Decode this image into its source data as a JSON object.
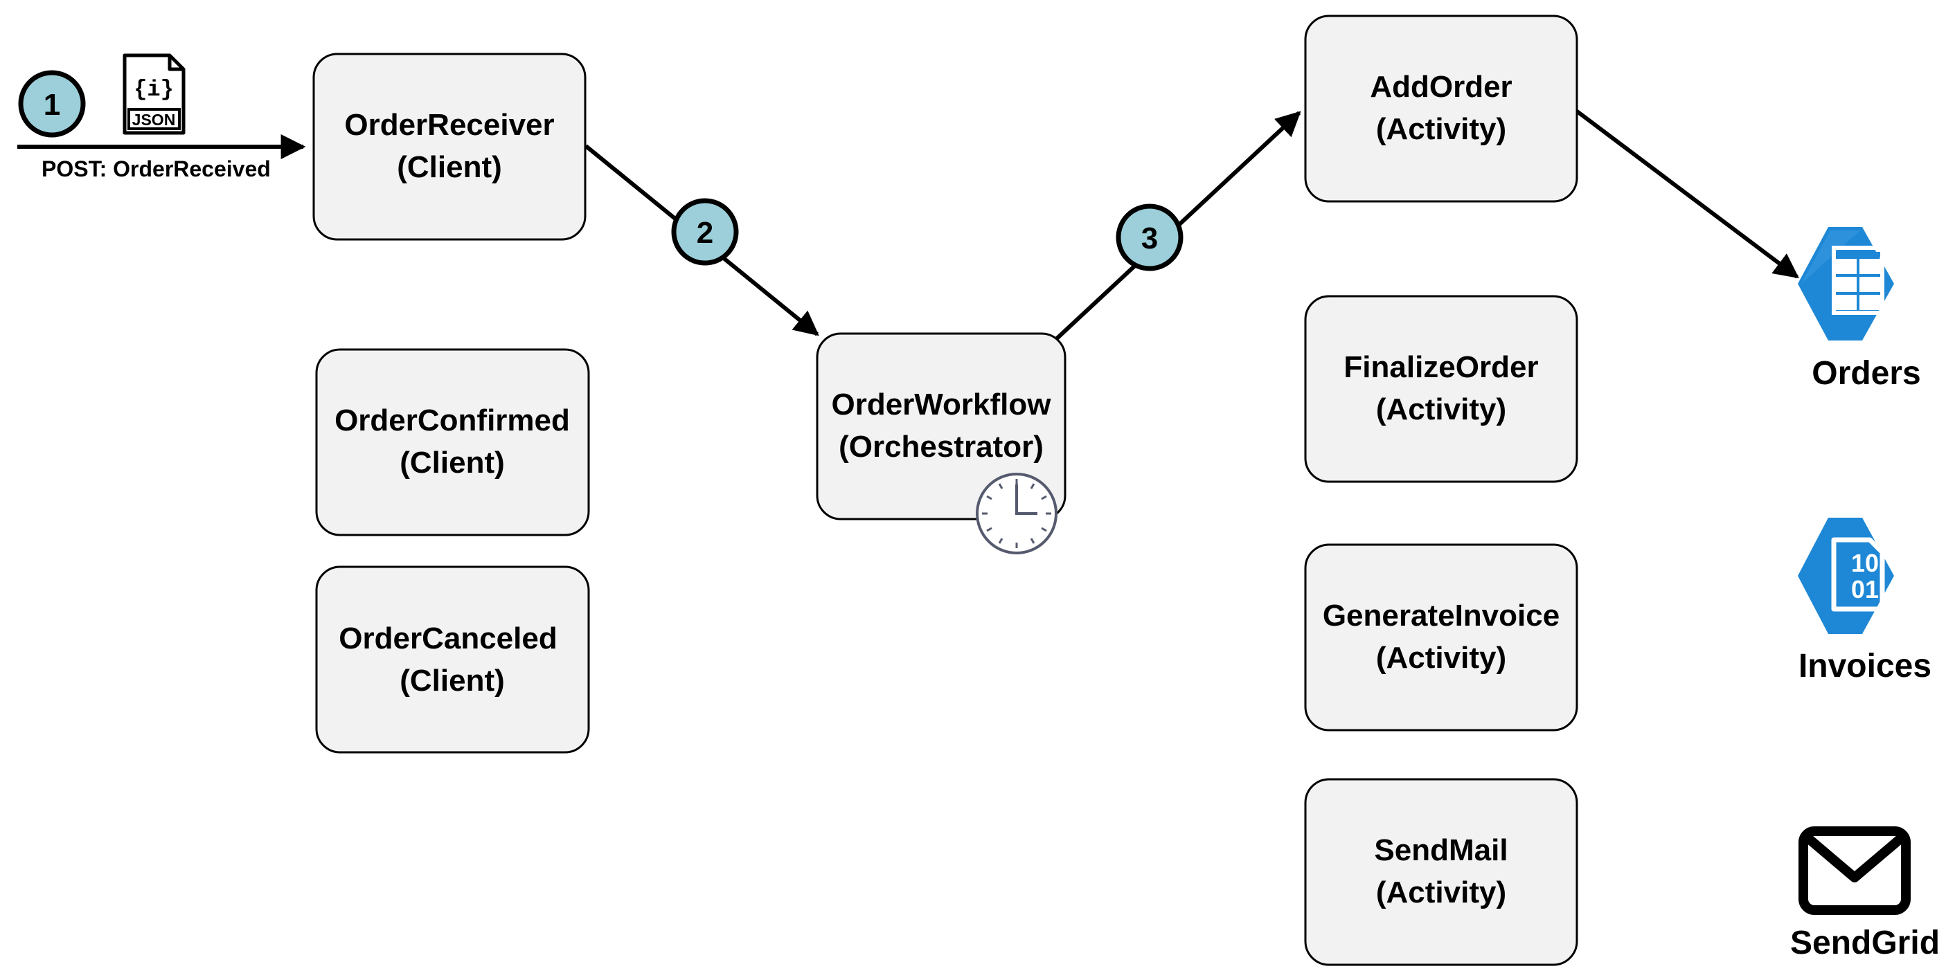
{
  "colors": {
    "box_fill": "#f2f2f2",
    "box_stroke": "#000000",
    "step_fill": "#9ccfd9",
    "azure_blue": "#1e88d6"
  },
  "post": {
    "label": "POST: OrderReceived",
    "json_icon_text": "JSON",
    "json_icon_glyph": "{i}"
  },
  "steps": [
    "1",
    "2",
    "3"
  ],
  "clients": {
    "receiver": {
      "name": "OrderReceiver",
      "role": "(Client)"
    },
    "confirmed": {
      "name": "OrderConfirmed",
      "role": "(Client)"
    },
    "canceled": {
      "name": "OrderCanceled",
      "role": "(Client)"
    }
  },
  "orchestrator": {
    "name": "OrderWorkflow",
    "role": "(Orchestrator)"
  },
  "activities": {
    "add_order": {
      "name": "AddOrder",
      "role": "(Activity)"
    },
    "finalize_order": {
      "name": "FinalizeOrder",
      "role": "(Activity)"
    },
    "generate_invoice": {
      "name": "GenerateInvoice",
      "role": "(Activity)"
    },
    "send_mail": {
      "name": "SendMail",
      "role": "(Activity)"
    }
  },
  "resources": {
    "orders": {
      "label": "Orders",
      "icon": "table-storage-icon"
    },
    "invoices": {
      "label": "Invoices",
      "icon": "blob-storage-icon",
      "glyph_top": "10",
      "glyph_bottom": "01"
    },
    "sendgrid": {
      "label": "SendGrid",
      "icon": "envelope-icon"
    }
  }
}
